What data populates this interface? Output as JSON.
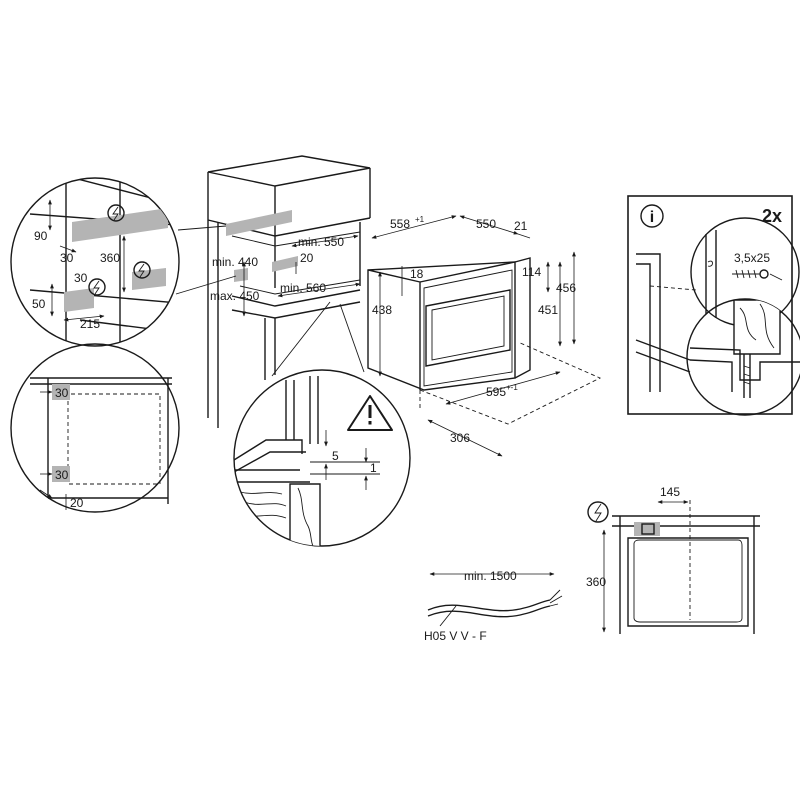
{
  "cabinet": {
    "dim_min550": "min. 550",
    "dim_20": "20",
    "dim_min440": "min. 440",
    "dim_max450": "max. 450",
    "dim_min560": "min. 560"
  },
  "oven": {
    "dim_558": "558",
    "dim_558_tol": "+1",
    "dim_550": "550",
    "dim_21": "21",
    "dim_18": "18",
    "dim_114": "114",
    "dim_456": "456",
    "dim_438": "438",
    "dim_451": "451",
    "dim_595": "595",
    "dim_595_tol": "+-1",
    "dim_306": "306"
  },
  "detail_electric": {
    "dim_90": "90",
    "dim_360": "360",
    "dim_30a": "30",
    "dim_30b": "30",
    "dim_50": "50",
    "dim_215": "215"
  },
  "detail_front": {
    "dim_30_top": "30",
    "dim_30_bottom": "30",
    "dim_20": "20"
  },
  "detail_gap": {
    "dim_5": "5",
    "dim_1": "1"
  },
  "info_panel": {
    "count": "2x",
    "screw": "3,5x25"
  },
  "cable": {
    "length": "min. 1500",
    "type": "H05 V V - F"
  },
  "rear_view": {
    "dim_145": "145",
    "dim_360": "360"
  },
  "icons": [
    "electrical-connection-icon",
    "warning-icon",
    "info-icon",
    "screw-icon"
  ]
}
